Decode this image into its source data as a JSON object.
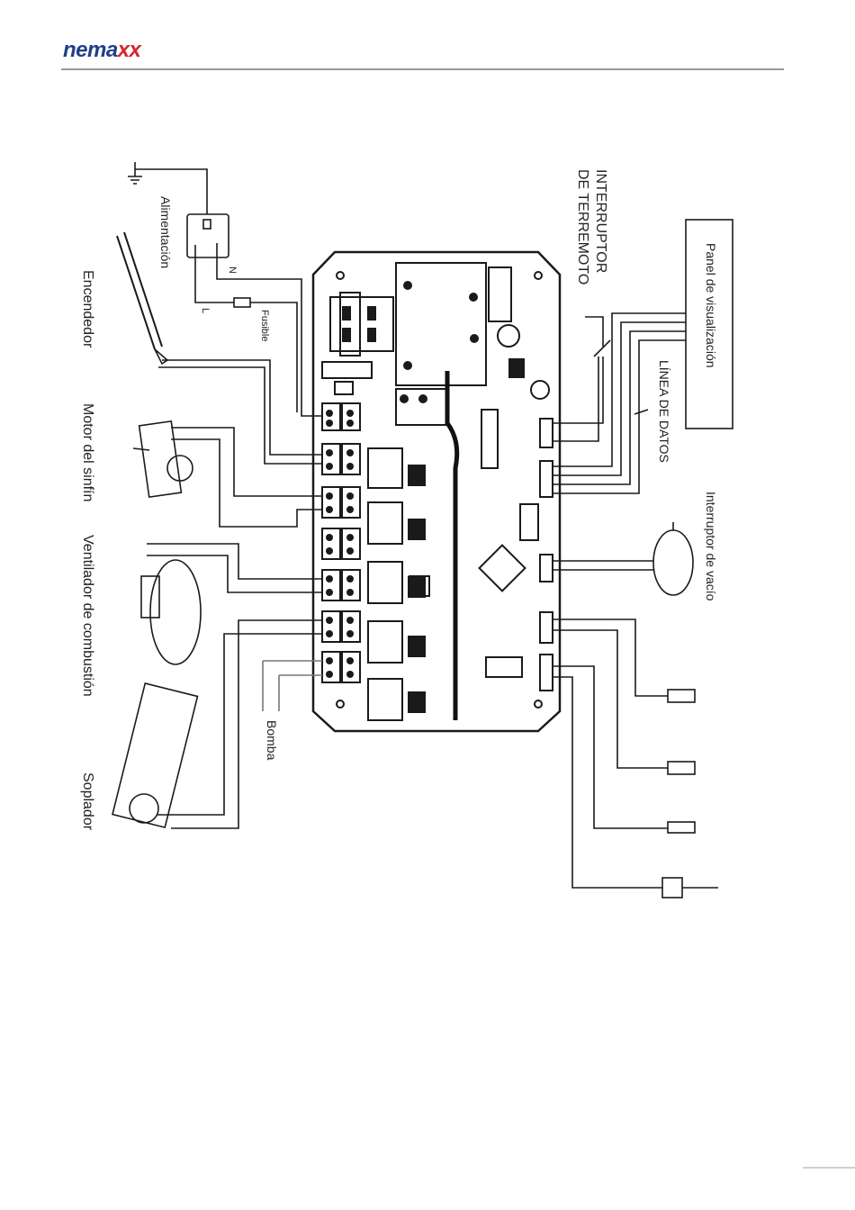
{
  "header": {
    "brand_left": "nema",
    "brand_right": "xx"
  },
  "diagram": {
    "labels": {
      "alimentacion": "Alimentación",
      "encendedor": "Encendedor",
      "motor_sinfin": "Motor del sinfín",
      "ventilador": "Ventilador de combustión",
      "soplador": "Soplador",
      "fusible": "Fusible",
      "bomba": "Bomba",
      "interruptor_terremoto_1": "INTERRUPTOR",
      "interruptor_terremoto_2": "DE TERREMOTO",
      "panel_visualizacion": "Panel de visualización",
      "linea_datos": "LÍNEA DE DATOS",
      "interruptor_vacio": "Interruptor de vacío",
      "n_mark": "N",
      "l_mark": "L"
    },
    "colors": {
      "line": "#1a1a1a",
      "board": "#ffffff",
      "brand_blue": "#1f3f8a",
      "brand_red": "#d8262e"
    }
  }
}
